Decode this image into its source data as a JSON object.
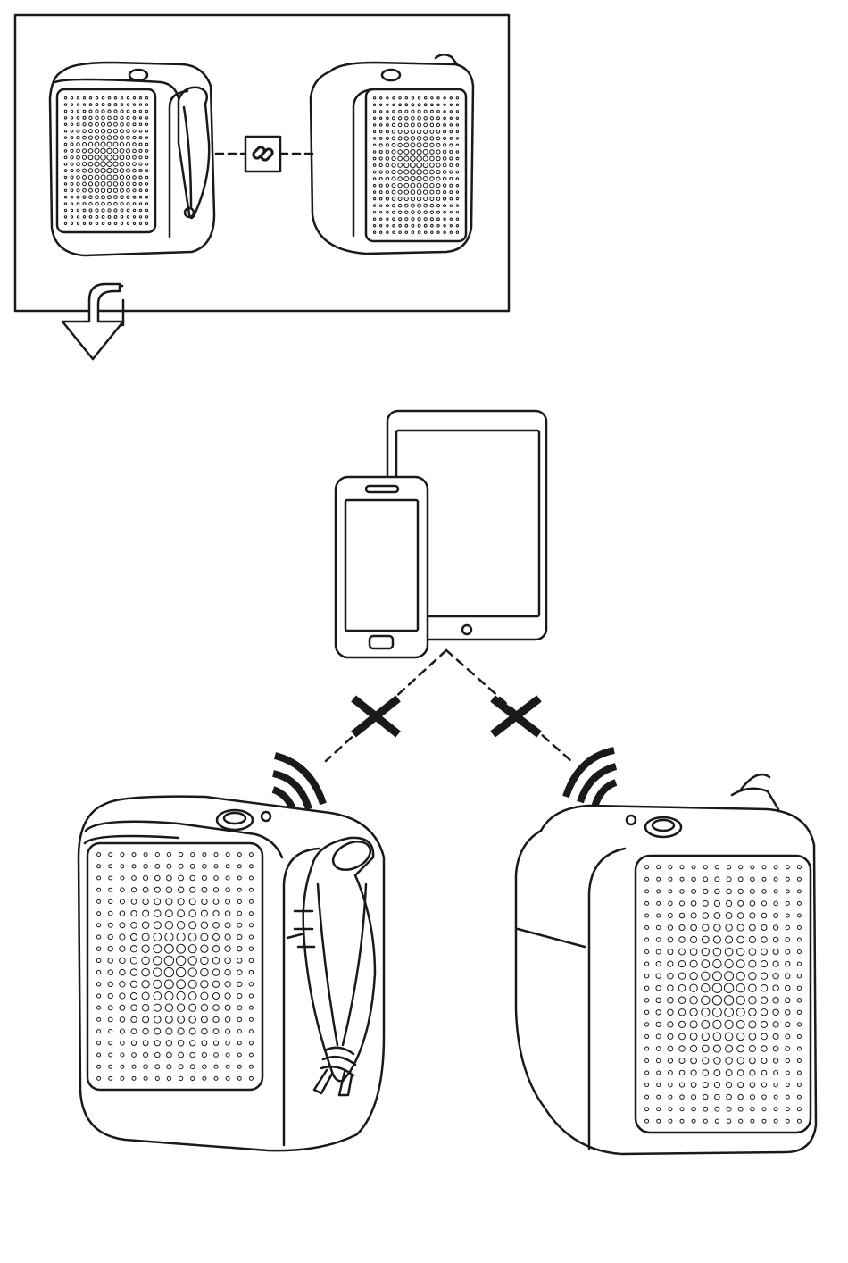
{
  "diagram": {
    "top_panel": {
      "left_speaker": "speaker-with-strap",
      "right_speaker": "speaker",
      "link_icon": "link-icon"
    },
    "step_arrow_icon": "down-arrow-icon",
    "source_devices": [
      "smartphone",
      "tablet"
    ],
    "connections": [
      {
        "from": "tablet",
        "to": "left-speaker",
        "status": "not-connected",
        "mark": "x-mark-icon"
      },
      {
        "from": "tablet",
        "to": "right-speaker",
        "status": "not-connected",
        "mark": "x-mark-icon"
      }
    ],
    "signal_icon": "sound-wave-icon",
    "colors": {
      "line": "#1a1a1a",
      "background": "#ffffff"
    }
  }
}
